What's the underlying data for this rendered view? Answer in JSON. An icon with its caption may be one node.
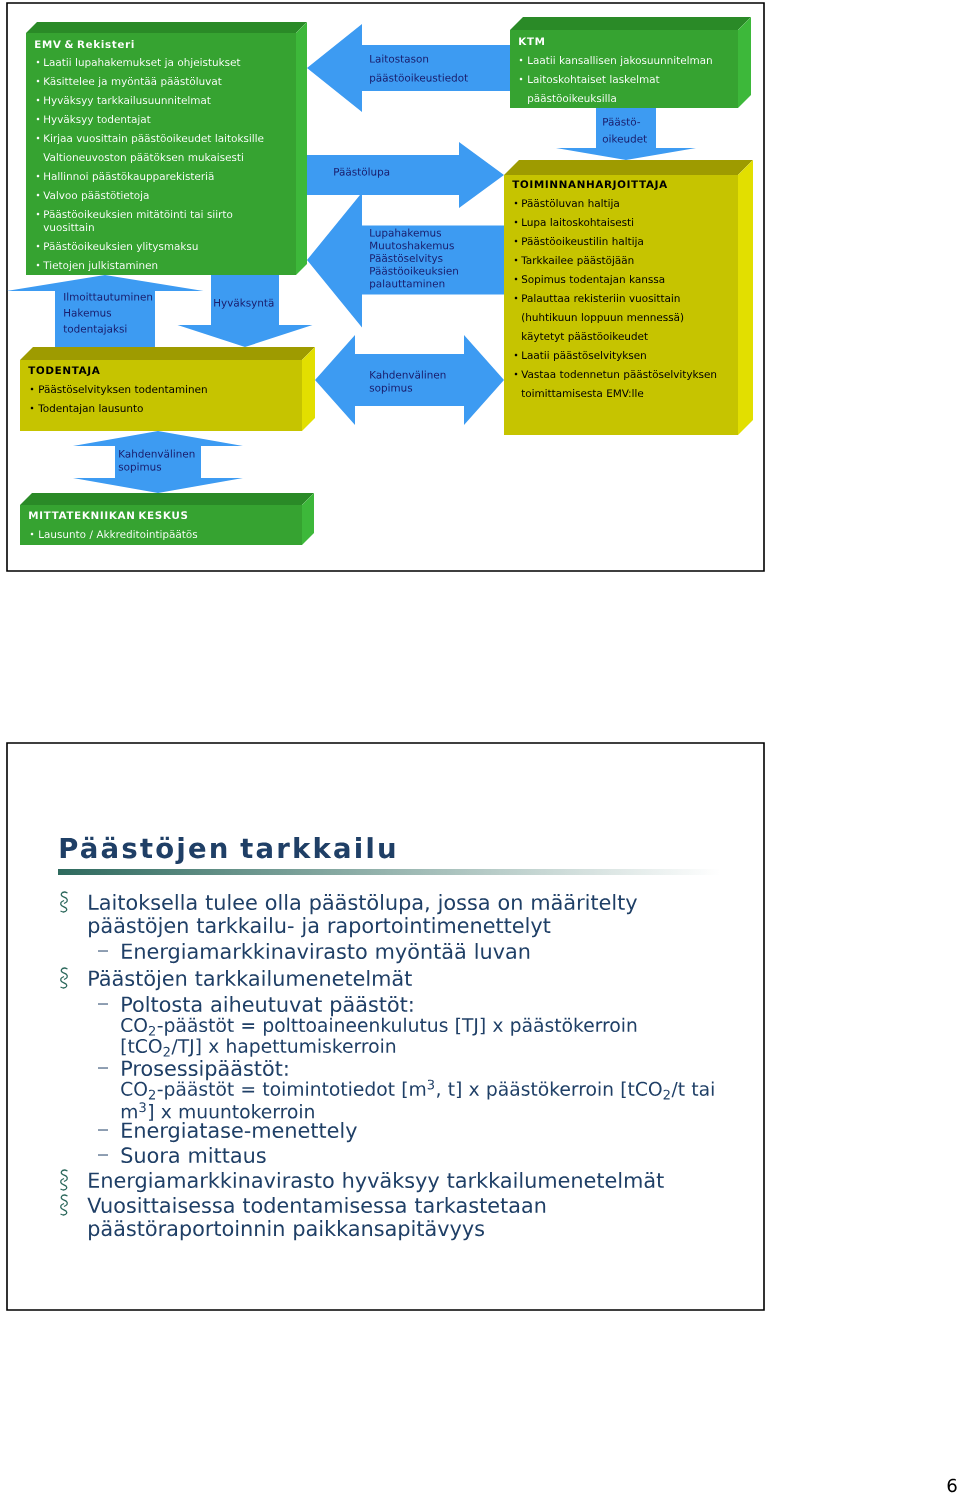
{
  "diagram": {
    "title": "Päästöjen tarkkailu",
    "nodes": [
      {
        "text": [
          "EMV & Rekisteri",
          "Laatii lupahakemukset ja ohjeistukset",
          "Käsittelee ja myöntää päästöluvat",
          "Hyväksyy tarkkailusuunnitelmat",
          "Hyväksyy todentajat",
          "Kirjaa vuosittain päästöoikeudet laitoksille Valtioneuvoston päätöksen mukaisesti",
          "Hallinnoi päästökaupparekisteriä",
          "Valvoo päästötietoja",
          "Päästöoikeuksien mitätöinti tai siirto vuosittain",
          "Päästöoikeuksien ylitysmaksu",
          "Tietojen julkistaminen"
        ]
      },
      {
        "text": [
          "KTM",
          "Laatii kansallisen jakosuunnitelman",
          "Laitoskohtaiset laskelmat päästöoikeuksilla"
        ]
      },
      {
        "text": [
          "TOIMINNANHARJOITTAJA",
          "Päästöluvan haltija",
          "Lupa laitoskohtaisesti",
          "Päästöoikeustilin haltija",
          "Tarkkailee päästöjään",
          "Sopimus todentajan kanssa",
          "Palauttaa rekisteriin vuosittain (huhtikuun loppuun mennessä) käytetyt päästöoikeudet",
          "Laatii päästöselvityksen",
          "Vastaa todennetun päästöselvityksen toimittamisesta EMV:lle"
        ]
      },
      {
        "text": [
          "TODENTAJA",
          "Päästöselvityksen todentaminen",
          "Todentajan lausunto"
        ]
      },
      {
        "text": [
          "MITTATEKNIIKAN KESKUS",
          "Lausunto / Akkreditointipäätös"
        ]
      }
    ],
    "edges": [
      {
        "from": 1,
        "to": 0,
        "arrow": "to",
        "label": "Laitostason päästöoikeustiedot"
      },
      {
        "from": 0,
        "to": 2,
        "arrow": "to",
        "label": "Päästölupa"
      },
      {
        "from": 2,
        "to": 0,
        "arrow": "to",
        "label": "Lupahakemus Muutoshakemus Päästöselvitys Päästöoikeuksien palauttaminen"
      },
      {
        "from": 3,
        "to": 2,
        "arrow": "both",
        "label": "Kahdenvälinen sopimus"
      },
      {
        "from": 1,
        "to": 2,
        "arrow": "to",
        "label": "Päästö- oikeudet"
      },
      {
        "from": 3,
        "to": 0,
        "arrow": "to",
        "label": "Ilmoittautuminen Hakemus todentajaksi"
      },
      {
        "from": 0,
        "to": 3,
        "arrow": "to",
        "label": "Hyväksyntä"
      },
      {
        "from": 3,
        "to": 4,
        "arrow": "both",
        "label": "Kahdenvälinen sopimus"
      }
    ],
    "labels": [
      "Laitoksella tulee olla päästölupa, jossa on määritelty päästöjen tarkkailu- ja raportointimenettelyt",
      "Energiamarkkinavirasto myöntää luvan",
      "Päästöjen tarkkailumenetelmät",
      "Poltosta aiheutuvat päästöt:",
      "CO$_{2}$-päästöt = polttoaineenkulutus [TJ] x päästökerroin [tCO$_{2}$/TJ] x hapettumiskerroin",
      "Prosessipäästöt:",
      "CO$_{2}$-päästöt = toimintotiedot [m$^{3}$, t] x päästökerroin [tCO$_{2}$/t tai m$^{3}$] x muuntokerroin",
      "Energiatase-menettely",
      "Suora mittaus",
      "Energiamarkkinavirasto hyväksyy tarkkailumenetelmät",
      "Vuosittaisessa todentamisessa tarkastetaan päästöraportoinnin paikkansapitävyys",
      "6"
    ]
  }
}
